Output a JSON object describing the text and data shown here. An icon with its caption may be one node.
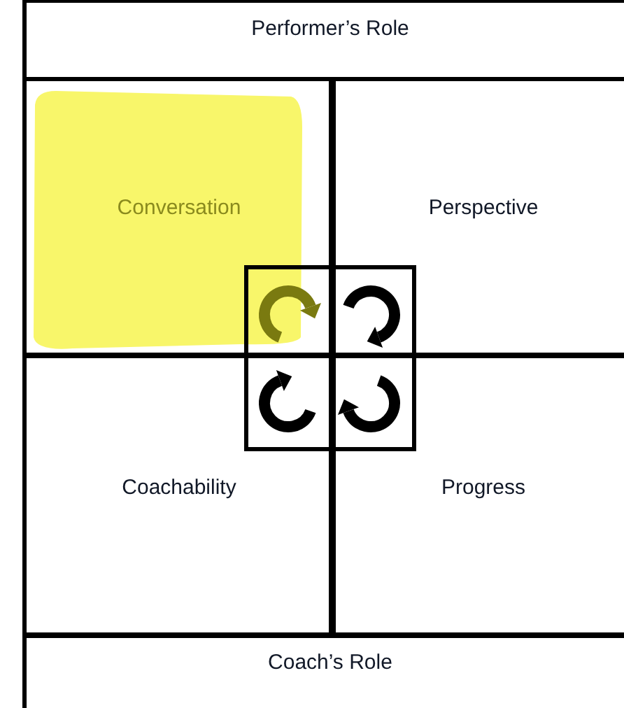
{
  "diagram": {
    "nodes": [
      {
        "text": [
          "Performer’s Role"
        ]
      },
      {
        "text": [
          "Conversation"
        ]
      },
      {
        "text": [
          "Perspective"
        ]
      },
      {
        "text": [
          "Coachability"
        ]
      },
      {
        "text": [
          "Progress"
        ]
      },
      {
        "text": [
          "Coach’s Role"
        ]
      }
    ]
  }
}
